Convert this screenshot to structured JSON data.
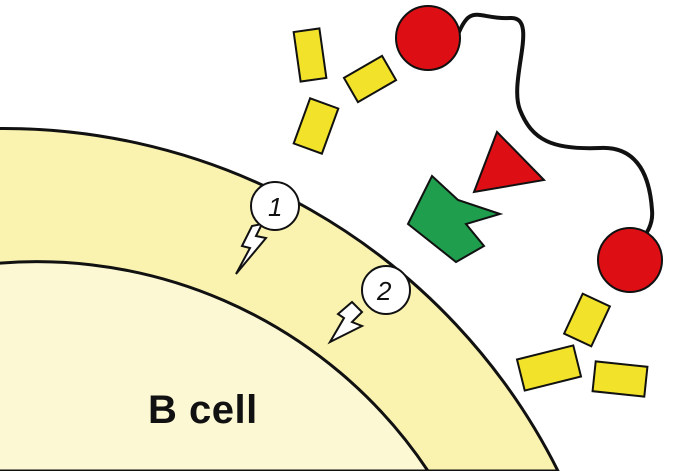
{
  "cell": {
    "label": "B cell",
    "membrane_color": "#FAF3B0",
    "nucleus_color": "#FCF8D4",
    "outline_color": "#111111"
  },
  "signals": [
    {
      "label": "1"
    },
    {
      "label": "2"
    }
  ],
  "colors": {
    "antibody": "#F2E32A",
    "antigen": "#DD0E14",
    "receptor": "#1F9E4E",
    "ligand": "#DD0E14",
    "tether": "#111111"
  }
}
